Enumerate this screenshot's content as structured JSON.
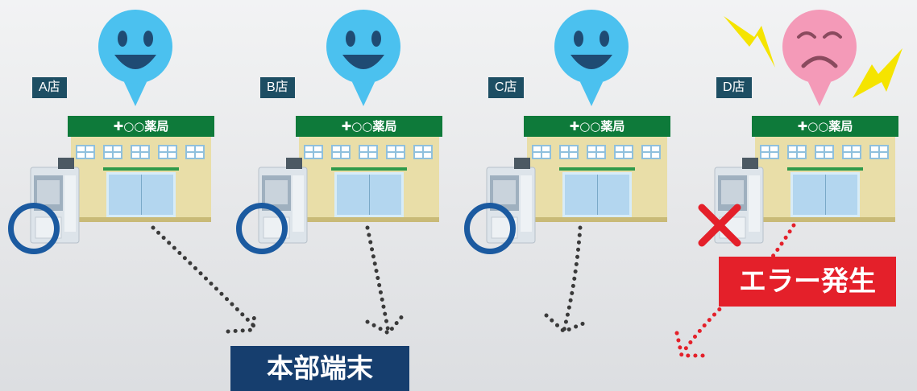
{
  "stores": [
    {
      "label": "A店",
      "sign": "✚○○薬局",
      "status": "ok"
    },
    {
      "label": "B店",
      "sign": "✚○○薬局",
      "status": "ok"
    },
    {
      "label": "C店",
      "sign": "✚○○薬局",
      "status": "ok"
    },
    {
      "label": "D店",
      "sign": "✚○○薬局",
      "status": "error"
    }
  ],
  "hq_label": "本部端末",
  "error_label": "エラー発生",
  "colors": {
    "happy_face": "#4bc1ef",
    "sad_face": "#f49ab8",
    "sign_green": "#0e7a3a",
    "label_navy": "#163e6e",
    "error_red": "#e4202a",
    "ok_circle": "#1b5aa0",
    "lightning": "#f5e400"
  },
  "icons": {
    "ok": "circle-ok-icon",
    "ng": "cross-ng-icon",
    "happy": "happy-face-icon",
    "sad": "sad-face-icon"
  }
}
